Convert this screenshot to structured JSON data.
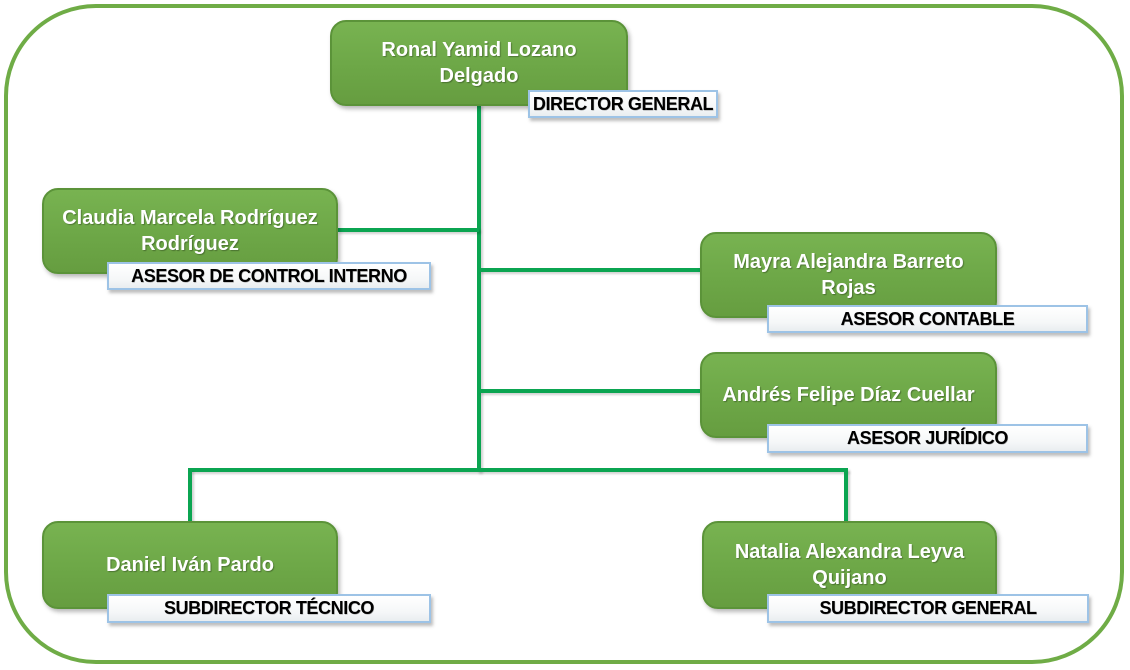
{
  "page": {
    "background": "#ffffff",
    "border_color": "#6fac46"
  },
  "colors": {
    "node_fill": "#6da747",
    "node_border": "#5b9339",
    "node_text": "#ffffff",
    "connector_green": "#0ba551",
    "label_background": "#f7f9fa",
    "label_border": "#9dc3e6",
    "label_text": "#000000"
  },
  "org": {
    "nodes": [
      {
        "name": "Ronal Yamid Lozano\nDelgado",
        "role": "DIRECTOR GENERAL",
        "reports_to": null
      },
      {
        "name": "Claudia Marcela Rodríguez\nRodríguez",
        "role": "ASESOR DE CONTROL INTERNO",
        "reports_to": "DIRECTOR GENERAL"
      },
      {
        "name": "Mayra Alejandra Barreto\nRojas",
        "role": "ASESOR CONTABLE",
        "reports_to": "DIRECTOR GENERAL"
      },
      {
        "name": "Andrés Felipe Díaz Cuellar",
        "role": "ASESOR JURÍDICO",
        "reports_to": "DIRECTOR GENERAL"
      },
      {
        "name": "Daniel Iván Pardo",
        "role": "SUBDIRECTOR TÉCNICO",
        "reports_to": "DIRECTOR GENERAL"
      },
      {
        "name": "Natalia Alexandra Leyva\nQuijano",
        "role": "SUBDIRECTOR GENERAL",
        "reports_to": "DIRECTOR GENERAL"
      }
    ]
  }
}
